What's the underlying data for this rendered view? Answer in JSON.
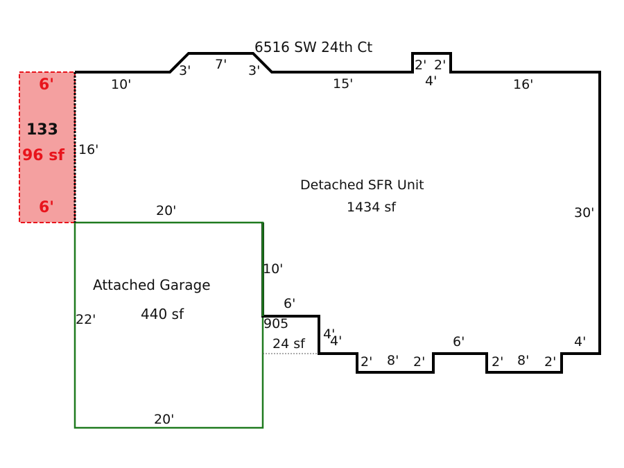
{
  "address": "6516 SW 24th Ct",
  "colors": {
    "main_outline": "#000000",
    "garage_outline": "#1f7a1f",
    "addition_fill": "#f4a0a0",
    "addition_stroke": "#e8141c"
  },
  "main_unit": {
    "name": "Detached SFR Unit",
    "area": "1434 sf"
  },
  "garage": {
    "name": "Attached Garage",
    "area": "440 sf"
  },
  "addition": {
    "code": "133",
    "area": "96 sf",
    "top": "6'",
    "bottom": "6'"
  },
  "small_area": {
    "code": "905",
    "area": "24 sf"
  },
  "dims": {
    "top_left": "10'",
    "bay_left": "3'",
    "bay_top": "7'",
    "bay_right": "3'",
    "top_mid": "15'",
    "bump_left": "2'",
    "bump_right": "2'",
    "bump_bottom": "4'",
    "top_right": "16'",
    "left_side": "16'",
    "right_side": "30'",
    "garage_top": "20'",
    "garage_right": "10'",
    "garage_left": "22'",
    "garage_bottom": "20'",
    "step_top": "6'",
    "step_a": "4'",
    "step_b": "4'",
    "notch1_left": "2'",
    "notch1_bottom": "8'",
    "notch1_right": "2'",
    "mid_bottom": "6'",
    "notch2_left": "2'",
    "notch2_bottom": "8'",
    "notch2_right": "2'",
    "bottom_right": "4'"
  }
}
